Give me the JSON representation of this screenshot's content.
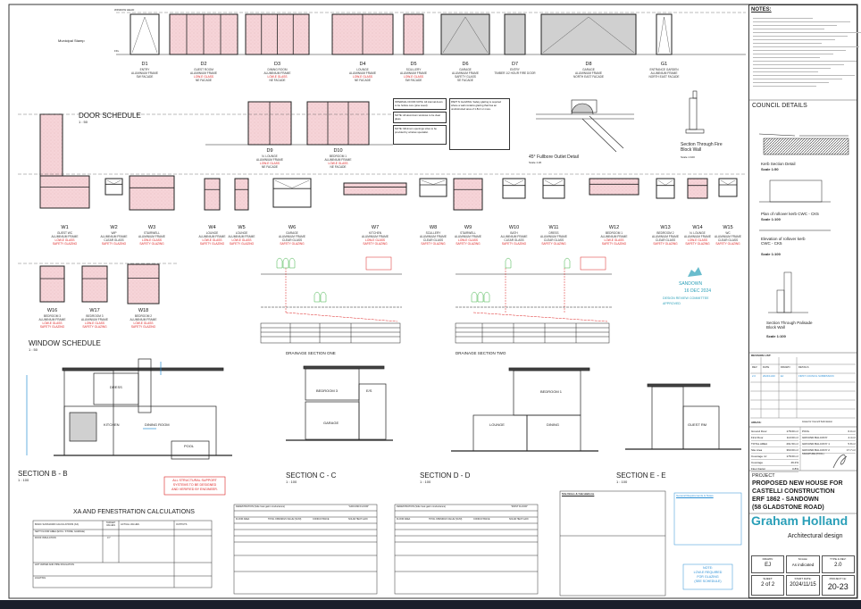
{
  "sheet": {
    "municipal_stamp": "Municipal Stamp",
    "door_schedule_title": "DOOR SCHEDULE",
    "door_schedule_scale": "1 : 50",
    "window_schedule_title": "WINDOW SCHEDULE",
    "window_schedule_scale": "1 : 50",
    "window_head": "WINDOW HEAD",
    "ffl": "FFL"
  },
  "doors": [
    {
      "id": "D1",
      "lines": [
        "ENTRY",
        "ALUMINIUM FRAME"
      ],
      "red": "",
      "tail": "SW FACADE"
    },
    {
      "id": "D2",
      "lines": [
        "GUEST ROOM",
        "ALUMINIUM FRAME"
      ],
      "red": "LOW-E GLASS",
      "tail": "NE FACADE"
    },
    {
      "id": "D3",
      "lines": [
        "DINING ROOM",
        "ALUMINIUM FRAME"
      ],
      "red": "LOW-E GLASS",
      "tail": "NE FACADE"
    },
    {
      "id": "D4",
      "lines": [
        "LOUNGE",
        "ALUMINIUM FRAME"
      ],
      "red": "LOW-E GLASS",
      "tail": "NE FACADE"
    },
    {
      "id": "D5",
      "lines": [
        "SCULLERY",
        "ALUMINIUM FRAME"
      ],
      "red": "LOW-E GLASS",
      "tail": "SW FACADE"
    },
    {
      "id": "D6",
      "lines": [
        "GARAGE",
        "ALUMINIUM FRAME",
        "SAFETY GLASS"
      ],
      "red": "",
      "tail": "SE FACADE"
    },
    {
      "id": "D7",
      "lines": [
        "ENTRY",
        "TIMBER 1/2 HOUR FIRE DOOR"
      ],
      "red": "",
      "tail": ""
    },
    {
      "id": "D8",
      "lines": [
        "GARAGE",
        "ALUMINIUM FRAME",
        "NORTH EAST FACADE"
      ],
      "red": "",
      "tail": ""
    },
    {
      "id": "G1",
      "lines": [
        "ENTRANCE GARDEN",
        "ALUMINIUM FRAME",
        "NORTH EAST FACADE"
      ],
      "red": "",
      "tail": ""
    },
    {
      "id": "D9",
      "lines": [
        "N. LOUNGE",
        "ALUMINIUM FRAME"
      ],
      "red": "LOW-E GLASS",
      "tail": "NE FACADE"
    },
    {
      "id": "D10",
      "lines": [
        "BEDROOM 1",
        "ALUMINIUM FRAME"
      ],
      "red": "LOW-E GLASS",
      "tail": "NE FACADE"
    }
  ],
  "windows": [
    {
      "id": "W1",
      "lines": [
        "GUEST WC",
        "ALUMINIUM FRAME"
      ],
      "red": "LOW-E GLASS",
      "tail": "SAFETY GLAZING"
    },
    {
      "id": "W2",
      "lines": [
        "WIP",
        "ALUMINIUM FRAME",
        "CLEAR GLASS"
      ],
      "red": "",
      "tail": "SAFETY GLAZING"
    },
    {
      "id": "W3",
      "lines": [
        "STAIRWELL",
        "ALUMINIUM FRAME"
      ],
      "red": "LOW-E GLASS",
      "tail": "SAFETY GLAZING"
    },
    {
      "id": "W4",
      "lines": [
        "LOUNGE",
        "ALUMINIUM FRAME"
      ],
      "red": "LOW-E GLASS",
      "tail": "SAFETY GLAZING"
    },
    {
      "id": "W5",
      "lines": [
        "LOUNGE",
        "ALUMINIUM FRAME"
      ],
      "red": "LOW-E GLASS",
      "tail": "SAFETY GLAZING"
    },
    {
      "id": "W6",
      "lines": [
        "GARAGE",
        "ALUMINIUM FRAME",
        "CLEAR GLASS"
      ],
      "red": "",
      "tail": "SAFETY GLAZING"
    },
    {
      "id": "W7",
      "lines": [
        "KITCHEN",
        "ALUMINIUM FRAME"
      ],
      "red": "LOW-E GLASS",
      "tail": "SAFETY GLAZING"
    },
    {
      "id": "W8",
      "lines": [
        "SCULLERY",
        "ALUMINIUM FRAME",
        "CLEAR GLASS"
      ],
      "red": "",
      "tail": "SAFETY GLAZING"
    },
    {
      "id": "W9",
      "lines": [
        "STAIRWELL",
        "ALUMINIUM FRAME"
      ],
      "red": "LOW-E GLASS",
      "tail": "SAFETY GLAZING"
    },
    {
      "id": "W10",
      "lines": [
        "BATH",
        "ALUMINIUM FRAME",
        "CLEAR GLASS"
      ],
      "red": "",
      "tail": "SAFETY GLAZING"
    },
    {
      "id": "W11",
      "lines": [
        "DRESS",
        "ALUMINIUM FRAME",
        "CLEAR GLASS"
      ],
      "red": "",
      "tail": "SAFETY GLAZING"
    },
    {
      "id": "W12",
      "lines": [
        "BEDROOM 1",
        "ALUMINIUM FRAME"
      ],
      "red": "LOW-E GLASS",
      "tail": "SAFETY GLAZING"
    },
    {
      "id": "W13",
      "lines": [
        "BEDROOM 2",
        "ALUMINIUM FRAME",
        "CLEAR GLASS"
      ],
      "red": "",
      "tail": "SAFETY GLAZING"
    },
    {
      "id": "W14",
      "lines": [
        "N. LOUNGE",
        "ALUMINIUM FRAME"
      ],
      "red": "LOW-E GLASS",
      "tail": "SAFETY GLAZING"
    },
    {
      "id": "W15",
      "lines": [
        "WC",
        "ALUMINIUM FRAME",
        "CLEAR GLASS"
      ],
      "red": "",
      "tail": "SAFETY GLAZING"
    },
    {
      "id": "W16",
      "lines": [
        "BEDROOM 3",
        "ALUMINIUM FRAME"
      ],
      "red": "LOW-E GLASS",
      "tail": "SAFETY GLAZING"
    },
    {
      "id": "W17",
      "lines": [
        "BEDROOM 3",
        "ALUMINIUM FRAME"
      ],
      "red": "LOW-E GLASS",
      "tail": "SAFETY GLAZING"
    },
    {
      "id": "W18",
      "lines": [
        "BEDROOM 2",
        "ALUMINIUM FRAME"
      ],
      "red": "LOW-E GLASS",
      "tail": "SAFETY GLAZING"
    }
  ],
  "notes_boxes": [
    "INTERNAL DOOR NOTE: All internal doors to be hollow core (pine wood)",
    "NOTE: All aluminium windows to be clear glass.",
    "NOTE: Minimum openings sizes to be provided by window specialist.",
    "PART N GLAZING: Safety glazing is required where a wall contains glazing that has an unobstructed area of 1.8m² or more."
  ],
  "details": {
    "fullbore_title": "45° Fullbore Outlet Detail",
    "fullbore_scale": "Scale 1:20",
    "fire_wall_title": "Section Through Fire Block Wall",
    "fire_wall_scale": "Scale 1:100"
  },
  "stamp": {
    "name": "SANDOWN",
    "date": "16 DEC 2024",
    "committee": "DESIGN REVIEW COMMITTEE",
    "status": "APPROVED"
  },
  "drainage": {
    "one": "DRAINAGE SECTION ONE",
    "two": "DRAINAGE SECTION TWO"
  },
  "sections": [
    {
      "title": "SECTION B - B",
      "scale": "1 : 100"
    },
    {
      "title": "SECTION C - C",
      "scale": "1 : 100"
    },
    {
      "title": "SECTION D - D",
      "scale": "1 : 100"
    },
    {
      "title": "SECTION E - E",
      "scale": "1 : 100"
    }
  ],
  "rooms": {
    "dress": "DRESS",
    "kitchen": "KITCHEN",
    "dining": "DINING ROOM",
    "pool": "POOL",
    "bed3": "BEDROOM 3",
    "ens": "E/S",
    "garage": "GARAGE",
    "bed1": "BEDROOM 1",
    "lounge": "LOUNGE",
    "dining2": "DINING",
    "guest": "GUEST RM"
  },
  "engineer_note": [
    "ALL STRUCTURAL SUPPORT",
    "SYSTEMS TO BE DESIGNED",
    "AND VERIFIED BY ENGINEER."
  ],
  "xa": {
    "title": "XA AND FENESTRATION CALCULATIONS",
    "headers": [
      "BASIC SANS10400 CALCULATIONS (XA)",
      "TARGET VALUES",
      "ACTUAL VALUES",
      "OUTPUTS"
    ],
    "rows": [
      "NETT FLOOR AREA (EXCL. STORE, GARAGE)",
      "ROOF INSULATION",
      "HOT WATER AND PIPE INSULATION",
      "LIGHTING"
    ],
    "roof_target": "3.7"
  },
  "fenestration": [
    {
      "title": "FENESTRATION (Side heat gain/ conductance)",
      "floor": "\"GROUND FLOOR\"",
      "cols": [
        "FLOOR AREA",
        "TOTAL OPENINGS VALUE (SC/M)",
        "CONDUCTANCE",
        "SOLAR HEAT GAIN"
      ]
    },
    {
      "title": "FENESTRATION (Side heat gain/ conductance)",
      "floor": "\"FIRST FLOOR\"",
      "cols": [
        "FLOOR AREA",
        "TOTAL OPENINGS VALUE (SC/M)",
        "CONDUCTANCE",
        "SOLAR HEAT GAIN"
      ]
    }
  ],
  "site_notes_title": "Site Notes & Calculations",
  "general_notes_title": "General Requirements & Notes",
  "glazing_note": [
    "NOTE:",
    "LOW-E REQUIRED",
    "FOR GLAZING",
    "(SEE SCHEDULE)"
  ],
  "right_panel": {
    "notes_title": "NOTES:",
    "council_title": "COUNCIL DETAILS",
    "kerb_title": "Kerb Section Detail",
    "kerb_scale": "Scale 1:50",
    "plan_title": "Plan of rollover kerb CWC - CK5",
    "plan_scale": "Scale 1:100",
    "elev_title": "Elevation of rollover kerb CWC - CK5",
    "elev_scale": "Scale 1:100",
    "palisade_title": "Section Through Palisade Block Wall",
    "palisade_scale": "Scale 1:100",
    "revision_title": "REVISION LIST:",
    "revision_headers": [
      "REV",
      "DATE",
      "DRAWN",
      "DETAILS"
    ],
    "revisions": [
      {
        "rev": "2.0",
        "date": "2024/11/20",
        "drawn": "EJ",
        "details": "FIRST COUNCIL SUBMISSION"
      }
    ],
    "areas_title": "AREAS:",
    "areas": [
      [
        "Ground Floor",
        "178.60 m²"
      ],
      [
        "First Floor",
        "113.00 m²"
      ],
      [
        "TOTAL AREA",
        "291.50 m²"
      ],
      [
        "Site Area",
        "363.00 m²"
      ],
      [
        "Coverage m²",
        "178.60 m²"
      ],
      [
        "Coverage",
        "49.2%"
      ],
      [
        "Floor Factor",
        "0.8%"
      ]
    ],
    "council_areas_title": "Areas for Council Submission",
    "council_areas": [
      [
        "POOL",
        "6.0 m²"
      ],
      [
        "GROUND BALCONY",
        "4.4 m²"
      ],
      [
        "GROUND BALCONY 1",
        "5.8 m²"
      ],
      [
        "GROUND BALCONY 2",
        "17.7 m²"
      ]
    ],
    "signature_label": "SIGNATURE (POOL)",
    "project_label": "PROJECT",
    "project_lines": [
      "PROPOSED NEW HOUSE FOR",
      "CASTELLI CONSTRUCTION",
      "ERF 1862 - SANDOWN",
      "(58 GLADSTONE ROAD)"
    ],
    "brand": "Graham Holland",
    "brand_sub": "Architectural design",
    "info": [
      {
        "label": "DRAWN:",
        "value": "EJ"
      },
      {
        "label": "SCALE:",
        "value": "As indicated"
      },
      {
        "label": "TYPE & REV:",
        "value": "2.0"
      },
      {
        "label": "SHEET:",
        "value": "2 of 2"
      },
      {
        "label": "START DATE:",
        "value": "2024/11/15"
      },
      {
        "label": "PROJECT No:",
        "value": "20-23"
      }
    ]
  },
  "colors": {
    "glass": "#f6d4d8",
    "red": "#d22222",
    "blue": "#2a8fd6",
    "green": "#3cb043",
    "brand": "#2a9fb8"
  }
}
